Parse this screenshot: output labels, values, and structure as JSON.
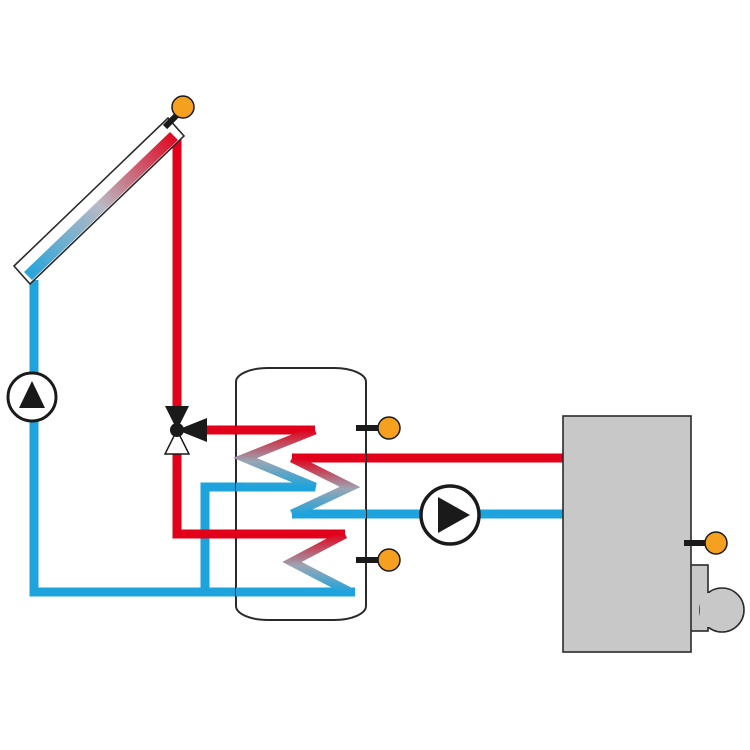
{
  "diagram": {
    "kind": "solar-thermal-heating-schematic",
    "colors": {
      "hot": "#e2001a",
      "cold": "#1ea3dc",
      "sensor": "#f5a01e",
      "sensor_stem": "#1a1a1a",
      "outline": "#2a2a2a",
      "boiler_fill": "#c8c8c8",
      "tank_fill": "#ffffff",
      "background": "#ffffff"
    },
    "components": [
      {
        "id": "solar-collector",
        "icon": "solar-panel-icon"
      },
      {
        "id": "collector-sensor",
        "icon": "temperature-sensor-icon"
      },
      {
        "id": "solar-pump",
        "icon": "circulation-pump-icon"
      },
      {
        "id": "three-way-valve",
        "icon": "three-way-valve-icon"
      },
      {
        "id": "storage-tank",
        "icon": "storage-tank-icon"
      },
      {
        "id": "tank-sensor-top",
        "icon": "temperature-sensor-icon"
      },
      {
        "id": "tank-sensor-bottom",
        "icon": "temperature-sensor-icon"
      },
      {
        "id": "upper-heat-exchanger",
        "icon": "coil-icon"
      },
      {
        "id": "lower-heat-exchanger",
        "icon": "coil-icon"
      },
      {
        "id": "boiler-pump",
        "icon": "circulation-pump-icon"
      },
      {
        "id": "boiler",
        "icon": "boiler-icon"
      },
      {
        "id": "boiler-sensor",
        "icon": "temperature-sensor-icon"
      },
      {
        "id": "burner",
        "icon": "burner-icon"
      }
    ]
  }
}
